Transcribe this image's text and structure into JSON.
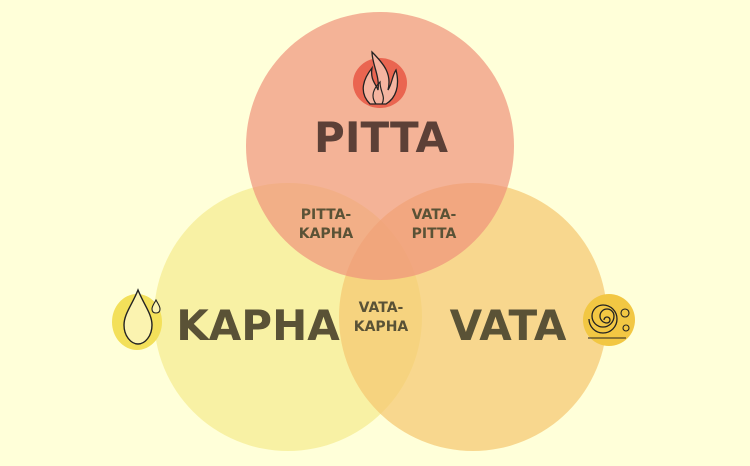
{
  "doshas": {
    "pitta": {
      "label": "PITTA",
      "icon": "fire-icon",
      "color": "#f3a68c"
    },
    "kapha": {
      "label": "KAPHA",
      "icon": "water-drop-icon",
      "color": "#f6ee96"
    },
    "vata": {
      "label": "VATA",
      "icon": "wind-spiral-icon",
      "color": "#f6d080"
    }
  },
  "overlaps": {
    "pitta_kapha": [
      "PITTA-",
      "KAPHA"
    ],
    "vata_pitta": [
      "VATA-",
      "PITTA"
    ],
    "vata_kapha": [
      "VATA-",
      "KAPHA"
    ]
  },
  "colors": {
    "background": "#ffffd9",
    "pitta_text": "#5c4037",
    "text": "#5a5236"
  }
}
